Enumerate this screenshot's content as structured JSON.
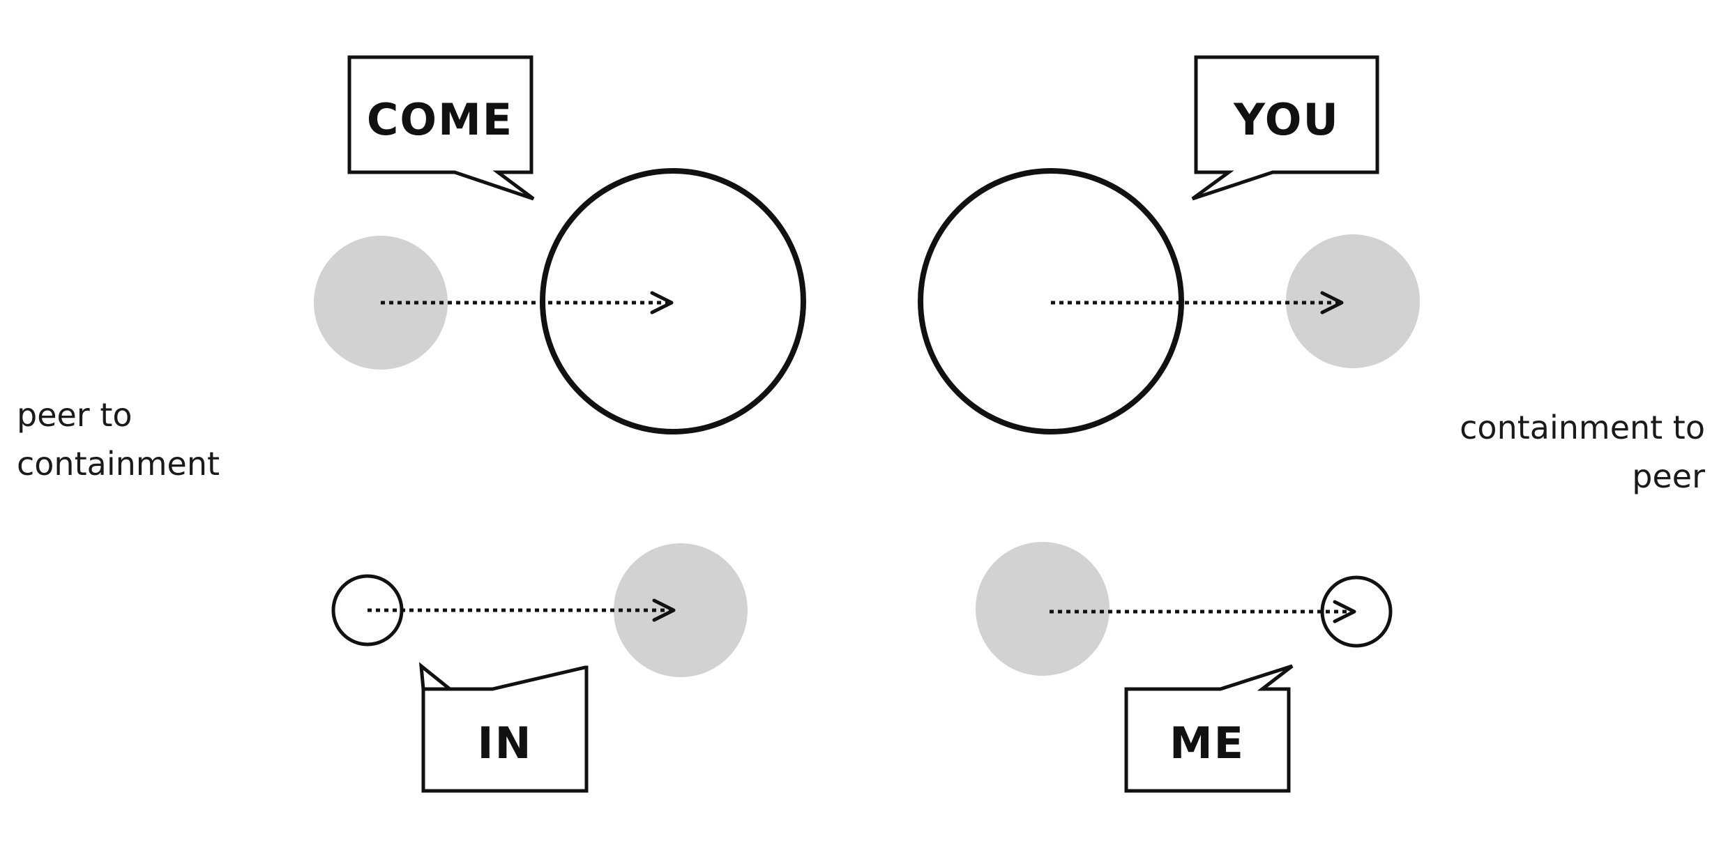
{
  "colors": {
    "stroke": "#111111",
    "peer_fill": "#d3d2d3",
    "background": "#ffffff"
  },
  "quadrants": {
    "top_left": {
      "word": "COME"
    },
    "top_right": {
      "word": "YOU"
    },
    "bottom_left": {
      "word": "IN"
    },
    "bottom_right": {
      "word": "ME"
    }
  },
  "side_labels": {
    "left": {
      "line1": "peer to",
      "line2": "containment"
    },
    "right": {
      "line1": "containment to",
      "line2": "peer"
    }
  }
}
